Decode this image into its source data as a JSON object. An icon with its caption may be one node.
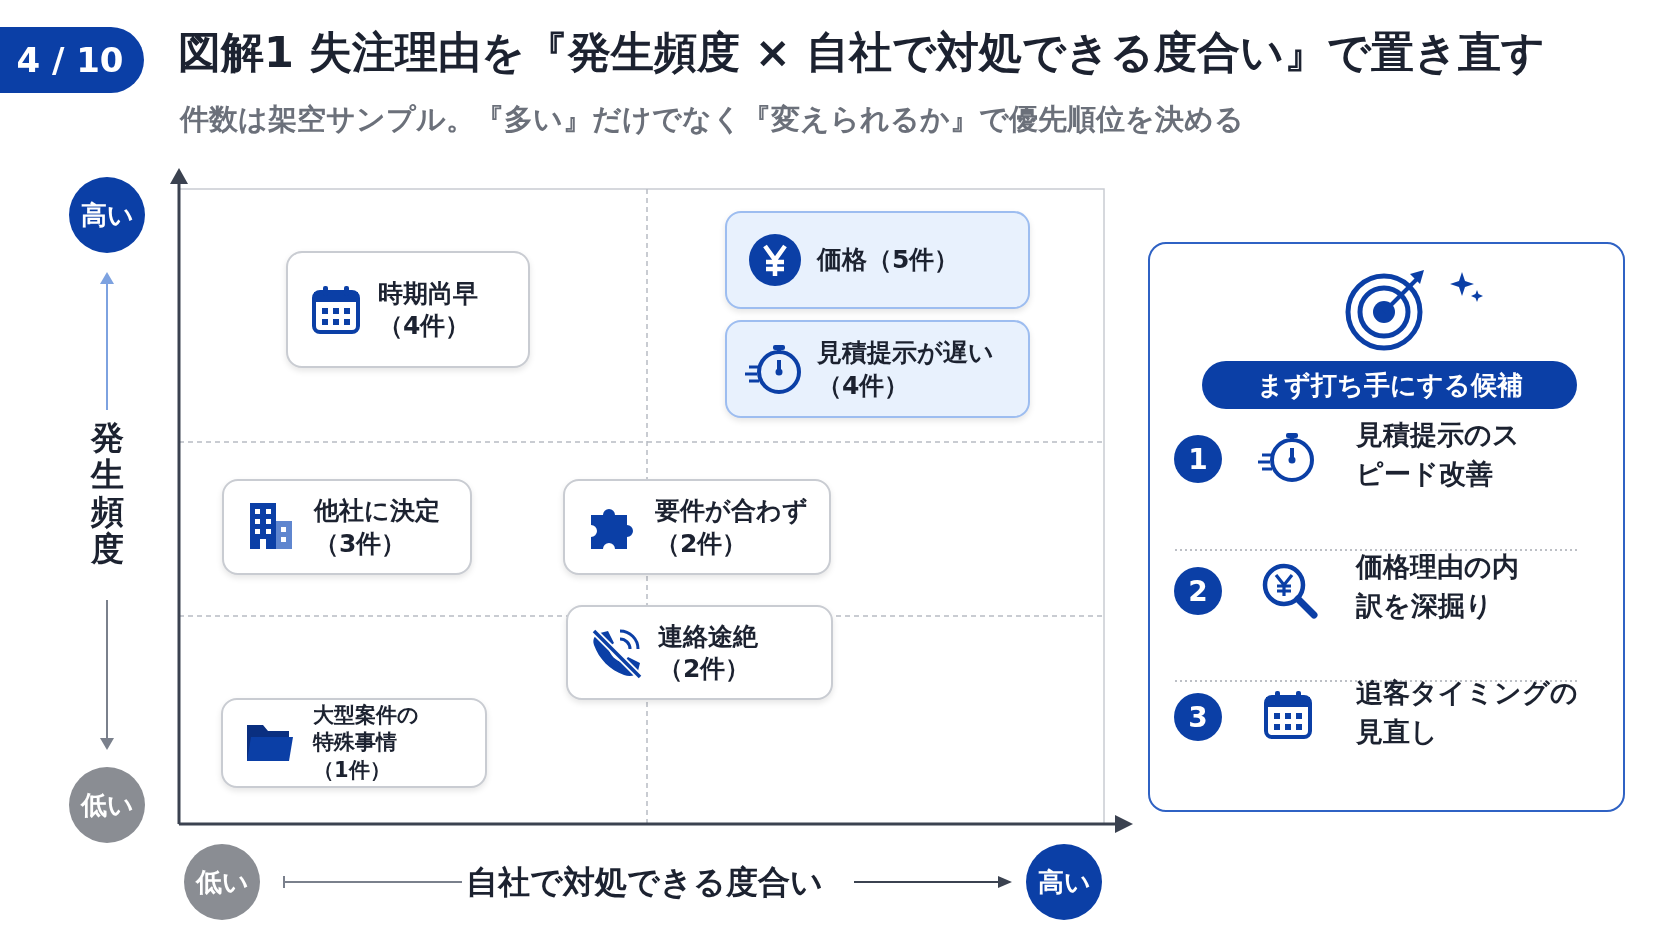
{
  "diagram": {
    "title": "図解1 失注理由を『発生頻度 × 自社で対処できる度合い』で置き直す",
    "caption": "件数は架空サンプル。『多い』だけでなく『変えられるか』で優先順位を決める",
    "nodes": [
      {
        "text": [
          "4 / 10"
        ]
      },
      {
        "text": [
          "高い"
        ]
      },
      {
        "text": [
          "時期尚早（4件）"
        ]
      },
      {
        "text": [
          "価格（5件）"
        ]
      },
      {
        "text": [
          "見積提示が遅い（4件）"
        ]
      },
      {
        "text": [
          "他社に決定（3件）"
        ]
      },
      {
        "text": [
          "要件が合わず（2件）"
        ]
      },
      {
        "text": [
          "連絡途絶（2件）"
        ]
      },
      {
        "text": [
          "大型案件の特殊事情（1件）"
        ]
      },
      {
        "text": [
          "低い"
        ]
      },
      {
        "text": [
          "低い"
        ]
      },
      {
        "text": [
          "高い"
        ]
      },
      {
        "text": [],
        "shape": "box"
      },
      {
        "text": [
          "まず打ち手にする候補"
        ],
        "in": 12
      },
      {
        "text": [
          "1"
        ],
        "in": 12
      },
      {
        "text": [
          "2"
        ],
        "in": 12
      },
      {
        "text": [
          "3"
        ],
        "in": 12
      }
    ],
    "labels": [
      "発生頻度",
      "自社で対処できる度合い",
      "見積提示のスピード改善",
      "価格理由の内訳を深掘り",
      "追客タイミングの見直し"
    ]
  }
}
